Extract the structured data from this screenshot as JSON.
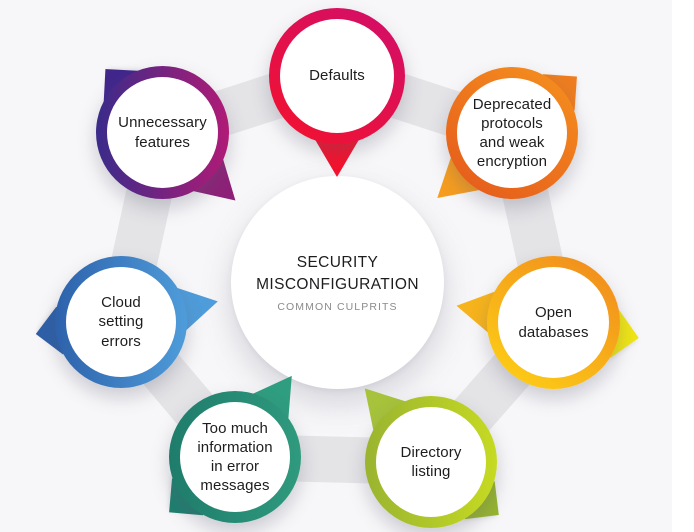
{
  "center": {
    "title": "SECURITY\nMISCONFIGURATION",
    "subtitle": "COMMON CULPRITS"
  },
  "nodes": [
    {
      "id": "defaults",
      "label": "Defaults",
      "ring_from": "#d10e6b",
      "ring_to": "#f3122d",
      "arrow_color": "#f3122d",
      "tail_color": null
    },
    {
      "id": "deprecated-protocols",
      "label": "Deprecated\nprotocols\nand weak\nencryption",
      "ring_from": "#f6921e",
      "ring_to": "#e4581c",
      "arrow_color": "#f69d1f",
      "tail_color": "#ed7d20"
    },
    {
      "id": "open-databases",
      "label": "Open\ndatabases",
      "ring_from": "#fed315",
      "ring_to": "#f0871e",
      "arrow_color": "#f6b31c",
      "tail_color": "#efe515"
    },
    {
      "id": "directory-listing",
      "label": "Directory\nlisting",
      "ring_from": "#9ab430",
      "ring_to": "#c6da22",
      "arrow_color": "#a6c33b",
      "tail_color": "#96b52f"
    },
    {
      "id": "too-much-information",
      "label": "Too much\ninformation\nin error\nmessages",
      "ring_from": "#1e7c6b",
      "ring_to": "#2f9a7e",
      "arrow_color": "#2f9d7f",
      "tail_color": "#1e7f6f"
    },
    {
      "id": "cloud-setting-errors",
      "label": "Cloud\nsetting\nerrors",
      "ring_from": "#2d62ab",
      "ring_to": "#4f9cda",
      "arrow_color": "#4f9cda",
      "tail_color": "#2d5fa8"
    },
    {
      "id": "unnecessary-features",
      "label": "Unnecessary\nfeatures",
      "ring_from": "#3a2b8a",
      "ring_to": "#b01b76",
      "arrow_color": "#8e2078",
      "tail_color": "#41268c"
    }
  ],
  "colors": {
    "page": "#ffffff",
    "background": "#f7f7f9",
    "band": "#e4e4e7",
    "title_text": "#1d1d1f",
    "subtitle_text": "#8b8b8d",
    "label_text": "#1d1d1f"
  }
}
